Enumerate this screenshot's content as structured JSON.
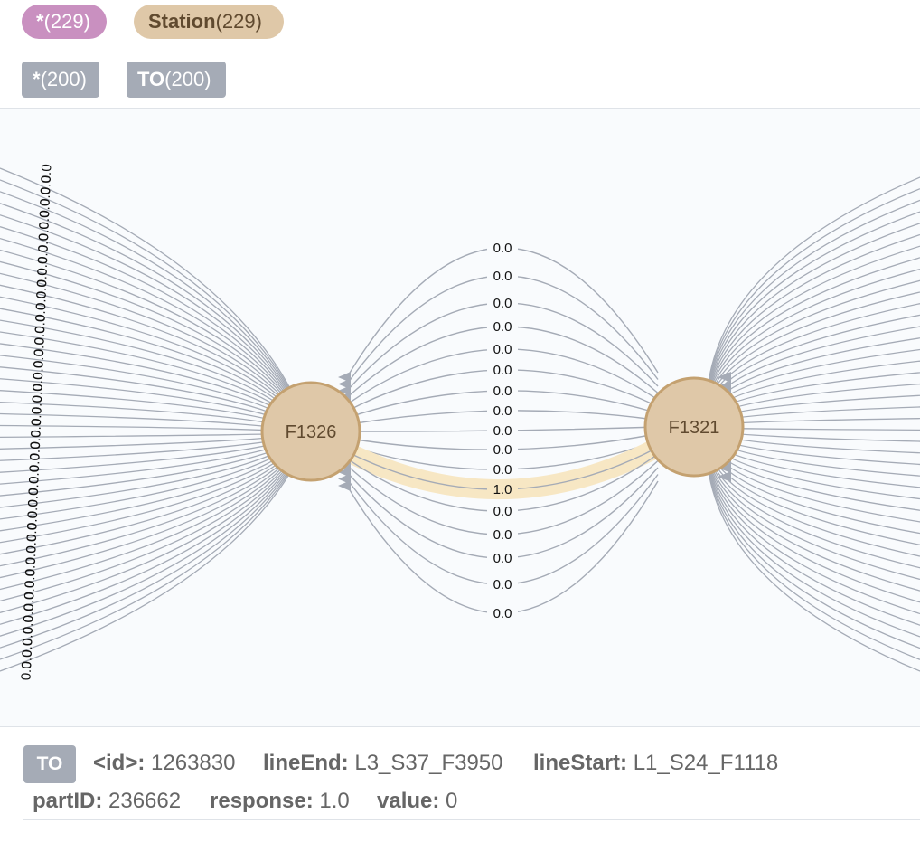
{
  "node_labels": [
    {
      "name": "*",
      "count": "(229)",
      "color": "#c990c0"
    },
    {
      "name": "Station",
      "count": "(229)",
      "color": "#dfc8a8"
    }
  ],
  "rel_types": [
    {
      "name": "*",
      "count": "(200)"
    },
    {
      "name": "TO",
      "count": "(200)"
    }
  ],
  "graph": {
    "nodes": [
      {
        "caption": "F1326",
        "color": "#dfc8a8",
        "border": "#c4a170"
      },
      {
        "caption": "F1321",
        "color": "#dfc8a8",
        "border": "#c4a170"
      }
    ],
    "edge_labels": [
      "0.0",
      "0.0",
      "0.0",
      "0.0",
      "0.0",
      "0.0",
      "0.0",
      "0.0",
      "0.0",
      "0.0",
      "0.0",
      "1.0",
      "0.0",
      "0.0",
      "0.0",
      "0.0",
      "0.0"
    ],
    "selected_edge_index": 11,
    "side_label": "0.0",
    "edge_color": "#a5abb6",
    "highlight_color": "#f7e7c4"
  },
  "details": {
    "type": "TO",
    "props": [
      {
        "key": "<id>:",
        "value": "1263830"
      },
      {
        "key": "lineEnd:",
        "value": "L3_S37_F3950"
      },
      {
        "key": "lineStart:",
        "value": "L1_S24_F1118"
      },
      {
        "key": "partID:",
        "value": "236662"
      },
      {
        "key": "response:",
        "value": "1.0"
      },
      {
        "key": "value:",
        "value": "0"
      }
    ]
  }
}
